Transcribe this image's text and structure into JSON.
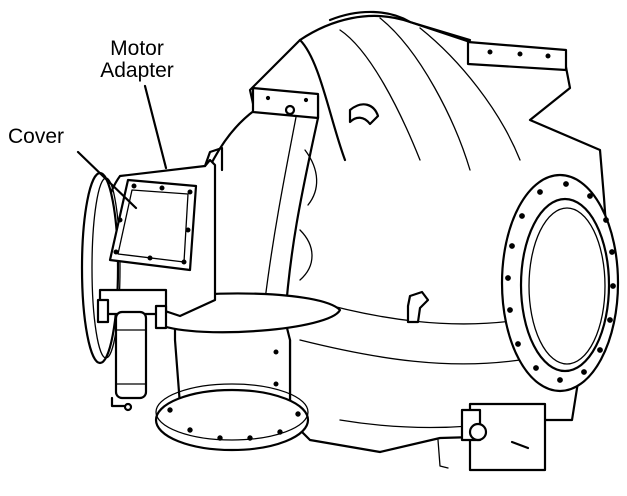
{
  "callouts": {
    "motor_adapter": {
      "lines": [
        "Motor",
        "Adapter"
      ]
    },
    "cover": {
      "label": "Cover"
    }
  },
  "colors": {
    "ink": "#000000",
    "paper": "#ffffff"
  }
}
